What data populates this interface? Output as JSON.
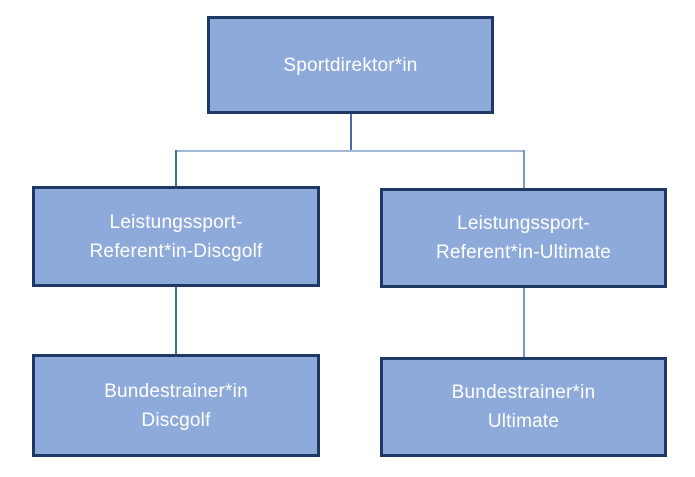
{
  "diagram": {
    "type": "org-chart",
    "nodes": {
      "sportdirektor": {
        "label": "Sportdirektor*in"
      },
      "referent_discgolf": {
        "line1": "Leistungssport-",
        "line2": "Referent*in-Discgolf"
      },
      "referent_ultimate": {
        "line1": "Leistungssport-",
        "line2": "Referent*in-Ultimate"
      },
      "trainer_discgolf": {
        "line1": "Bundestrainer*in",
        "line2": "Discgolf"
      },
      "trainer_ultimate": {
        "line1": "Bundestrainer*in",
        "line2": "Ultimate"
      }
    },
    "edges": [
      {
        "from": "sportdirektor",
        "to": "referent_discgolf"
      },
      {
        "from": "sportdirektor",
        "to": "referent_ultimate"
      },
      {
        "from": "referent_discgolf",
        "to": "trainer_discgolf"
      },
      {
        "from": "referent_ultimate",
        "to": "trainer_ultimate"
      }
    ],
    "colors": {
      "fill": "#8eaadb",
      "border": "#1f3864",
      "text": "#ffffff",
      "connector_dark": "#4a6ea4",
      "connector_mid": "#7b96c4",
      "connector_light": "#a3b8d9",
      "background": "#ffffff"
    }
  }
}
